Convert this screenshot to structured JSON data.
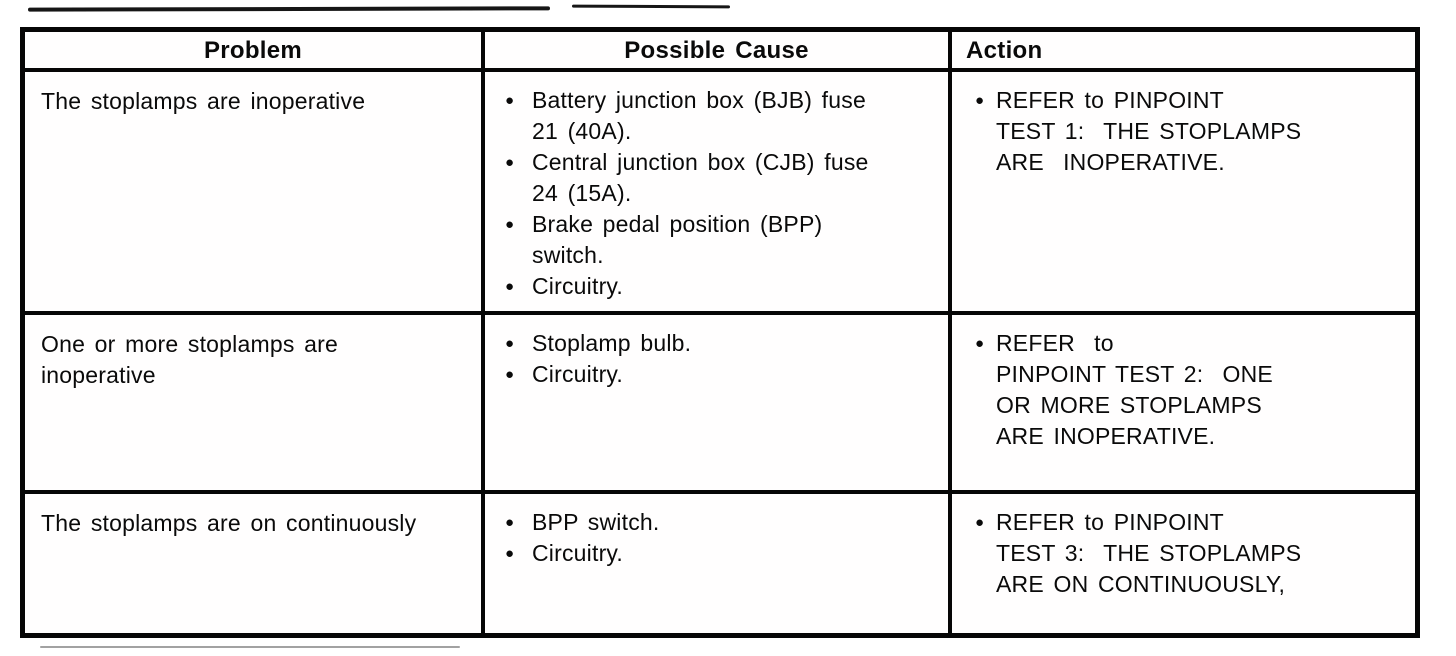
{
  "icons": {
    "bullet": "●"
  },
  "colors": {
    "border": "#060606",
    "text": "#0a0a0a",
    "background": "#ffffff"
  },
  "table": {
    "headers": {
      "problem": "Problem",
      "cause": "Possible Cause",
      "action": "Action"
    },
    "rows": [
      {
        "problem_lines": [
          "The stoplamps are inoperative"
        ],
        "causes": [
          [
            "Battery junction box (BJB) fuse",
            "21 (40A)."
          ],
          [
            "Central junction box (CJB) fuse",
            "24 (15A)."
          ],
          [
            "Brake pedal position (BPP)",
            "switch."
          ],
          [
            "Circuitry."
          ]
        ],
        "action_lines": [
          "REFER to PINPOINT",
          "TEST 1:  THE STOPLAMPS",
          "ARE  INOPERATIVE."
        ]
      },
      {
        "problem_lines": [
          "One or more stoplamps are",
          "inoperative"
        ],
        "causes": [
          [
            "Stoplamp bulb."
          ],
          [
            "Circuitry."
          ]
        ],
        "action_lines": [
          "REFER  to",
          "PINPOINT TEST 2:  ONE",
          "OR MORE STOPLAMPS",
          "ARE INOPERATIVE."
        ]
      },
      {
        "problem_lines": [
          "The stoplamps are on continuously"
        ],
        "causes": [
          [
            "BPP switch."
          ],
          [
            "Circuitry."
          ]
        ],
        "action_lines": [
          "REFER to PINPOINT",
          "TEST 3:  THE STOPLAMPS",
          "ARE ON CONTINUOUSLY,"
        ]
      }
    ]
  }
}
